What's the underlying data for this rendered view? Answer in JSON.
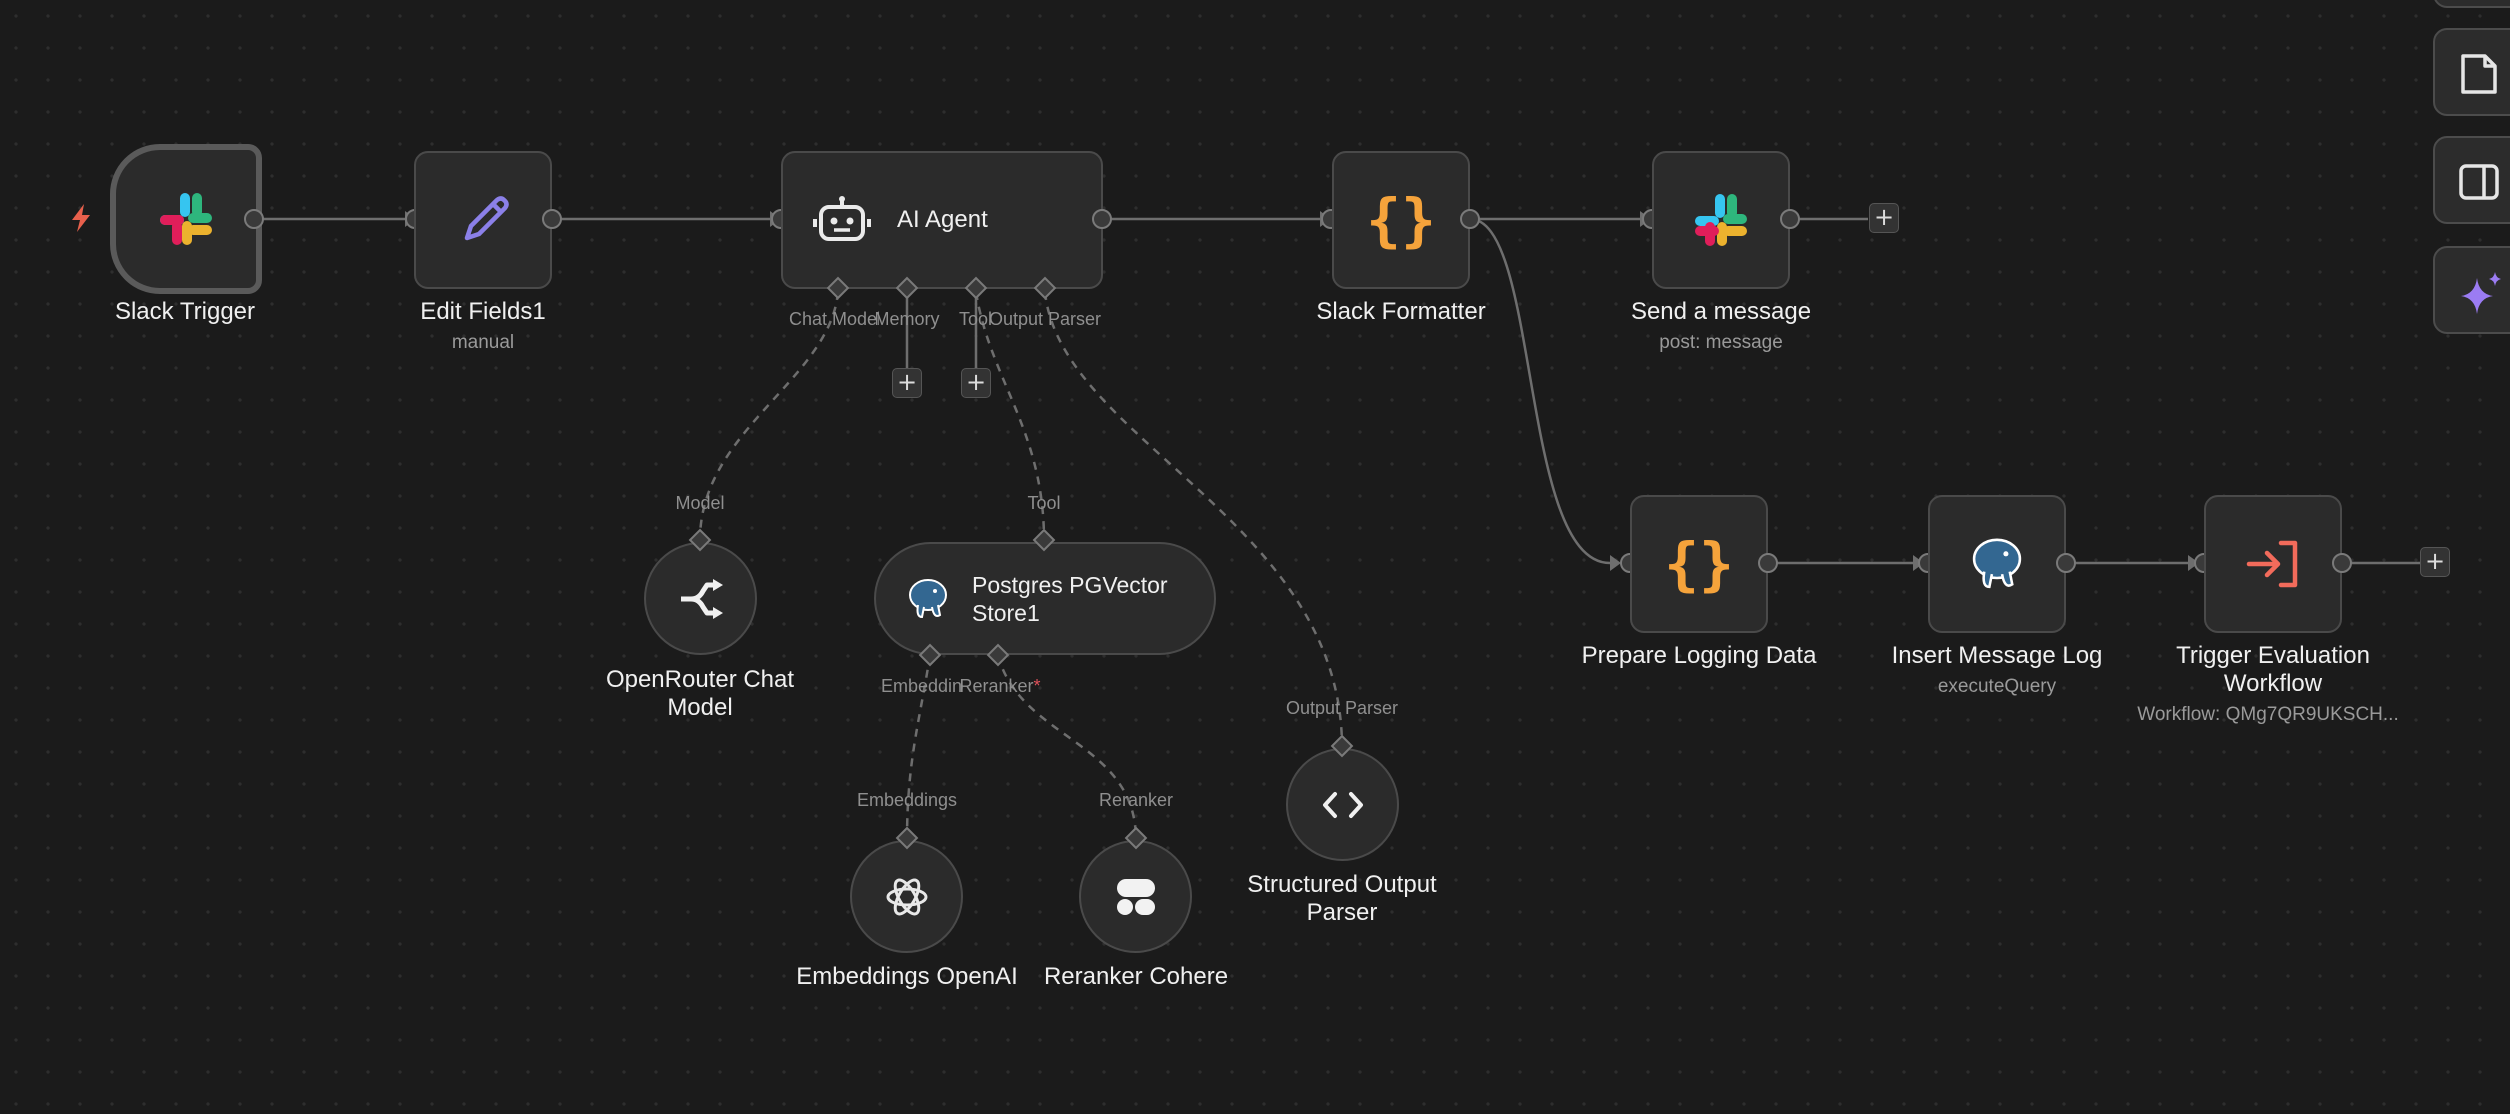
{
  "nodes": {
    "slack_trigger": {
      "title": "Slack Trigger",
      "icon": "slack-icon"
    },
    "edit_fields": {
      "title": "Edit Fields1",
      "subtitle": "manual",
      "icon": "pencil-icon"
    },
    "ai_agent": {
      "title": "AI Agent",
      "icon": "robot-icon",
      "handles": {
        "chat_model": "Chat Model",
        "memory": "Memory",
        "tool": "Tool",
        "output_parser": "Output Parser"
      }
    },
    "slack_formatter": {
      "title": "Slack Formatter",
      "icon": "braces-icon"
    },
    "send_message": {
      "title": "Send a message",
      "subtitle": "post: message",
      "icon": "slack-icon"
    },
    "openrouter": {
      "title": "OpenRouter Chat Model",
      "input_label": "Model",
      "icon": "openrouter-icon"
    },
    "pgvector": {
      "title": "Postgres PGVector Store1",
      "input_label": "Tool",
      "icon": "postgres-elephant-icon",
      "handles": {
        "embedding": "Embedding",
        "reranker": "Reranker",
        "required_mark": "*"
      }
    },
    "embeddings_openai": {
      "title": "Embeddings OpenAI",
      "input_label": "Embeddings",
      "icon": "openai-icon"
    },
    "reranker_cohere": {
      "title": "Reranker Cohere",
      "input_label": "Reranker",
      "icon": "cohere-icon"
    },
    "structured_parser": {
      "title": "Structured Output Parser",
      "input_label": "Output Parser",
      "icon": "code-brackets-icon"
    },
    "prepare_logging": {
      "title": "Prepare Logging Data",
      "icon": "braces-icon"
    },
    "insert_log": {
      "title": "Insert Message Log",
      "subtitle": "executeQuery",
      "icon": "postgres-elephant-icon"
    },
    "trigger_eval": {
      "title": "Trigger Evaluation Workflow",
      "subtitle": "Workflow: QMg7QR9UKSCH...",
      "icon": "execute-workflow-icon"
    }
  },
  "plus_label": "+",
  "sidebar": {
    "buttons": [
      "sticky-note-icon",
      "panel-icon",
      "ai-sparkle-icon"
    ]
  },
  "colors": {
    "accent_orange": "#f5a33b",
    "accent_purple": "#8b80e8",
    "trigger_bolt": "#e8604c",
    "execute_red": "#f26b5b"
  }
}
